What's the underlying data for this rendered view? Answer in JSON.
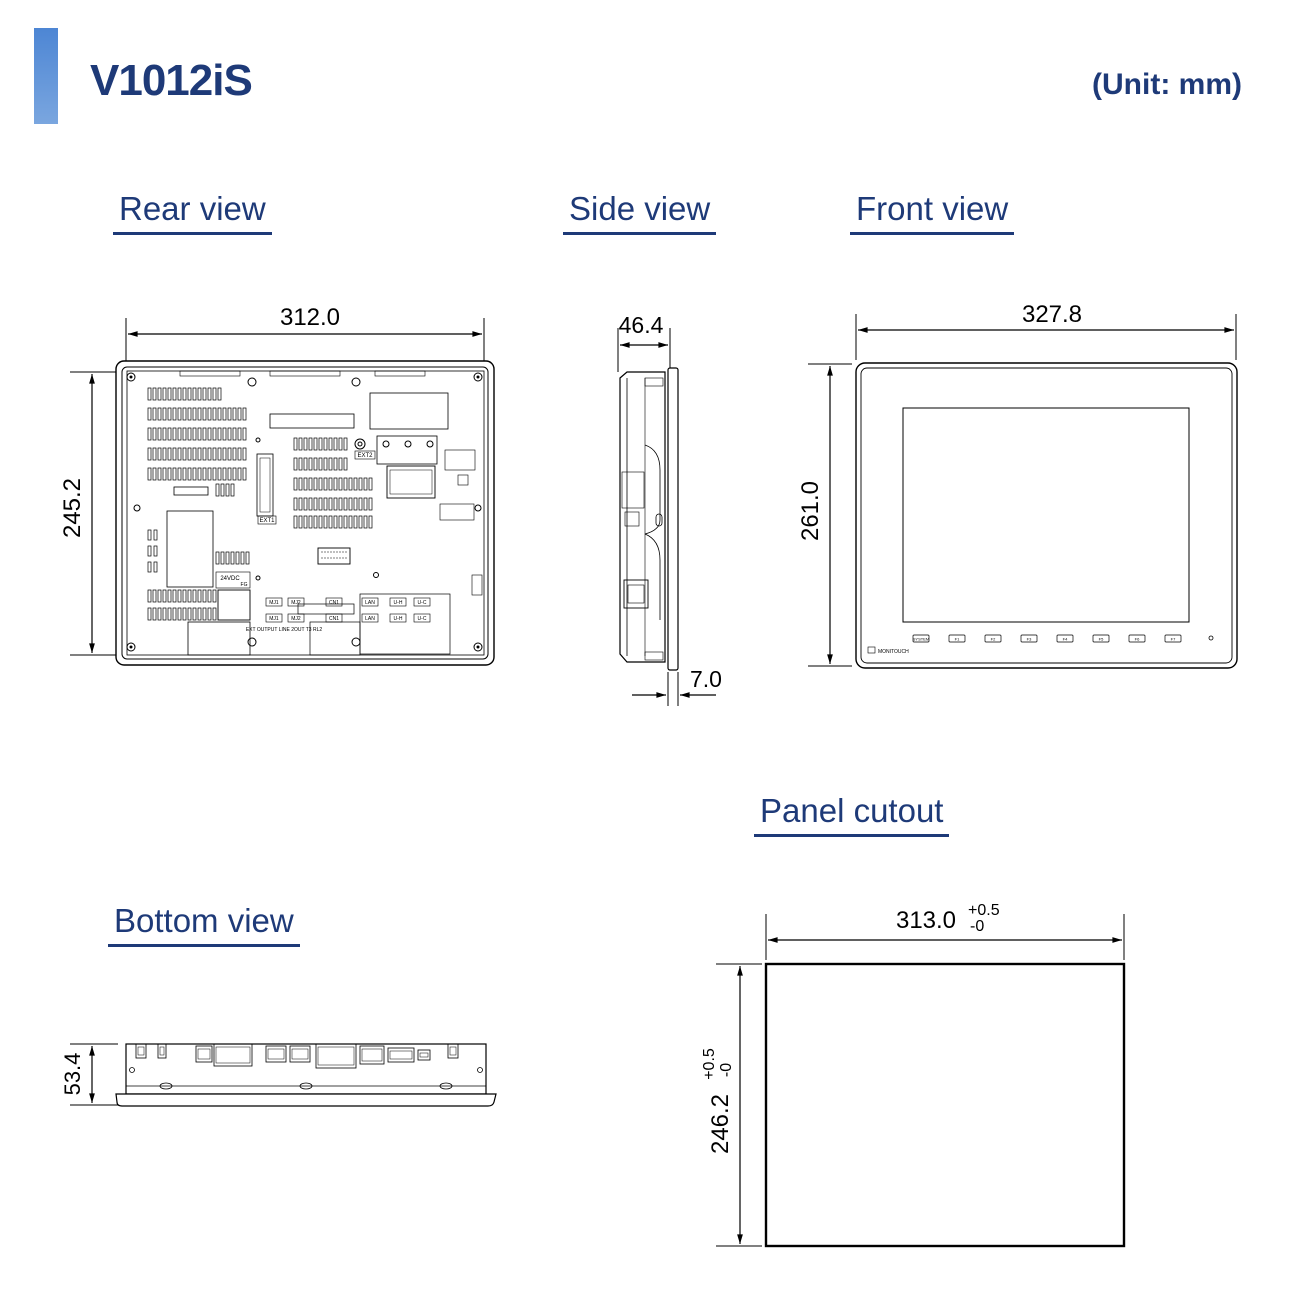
{
  "header": {
    "title": "V1012iS",
    "unit": "(Unit: mm)"
  },
  "colors": {
    "accent": "#1e3a78",
    "accent_bar": "#5a8fd8"
  },
  "views": {
    "rear": {
      "label": "Rear view",
      "width": "312.0",
      "height": "245.2"
    },
    "side": {
      "label": "Side view",
      "depth": "46.4",
      "bezel": "7.0"
    },
    "front": {
      "label": "Front view",
      "width": "327.8",
      "height": "261.0",
      "brand": "MONITOUCH",
      "keys": [
        "SYSTEM",
        "F1",
        "F2",
        "F3",
        "F4",
        "F5",
        "F6",
        "F7"
      ]
    },
    "bottom": {
      "label": "Bottom view",
      "height": "53.4"
    },
    "cutout": {
      "label": "Panel cutout",
      "width": "313.0",
      "width_tol_plus": "+0.5",
      "width_tol_minus": "-0",
      "height": "246.2",
      "height_tol_plus": "+0.5",
      "height_tol_minus": "-0"
    }
  },
  "rear_labels": {
    "ext1": "EXT1",
    "ext2": "EXT2",
    "power": "24VDC",
    "fg": "FG",
    "ports_top": [
      "MJ1",
      "MJ2",
      "CN1",
      "LAN",
      "U-H",
      "U-C"
    ],
    "ports_bottom": [
      "MJ1",
      "MJ2",
      "CN1",
      "LAN",
      "U-H",
      "U-C"
    ],
    "terminal": "EXT OUTPUT LINE 2OUT T3 RL2"
  }
}
